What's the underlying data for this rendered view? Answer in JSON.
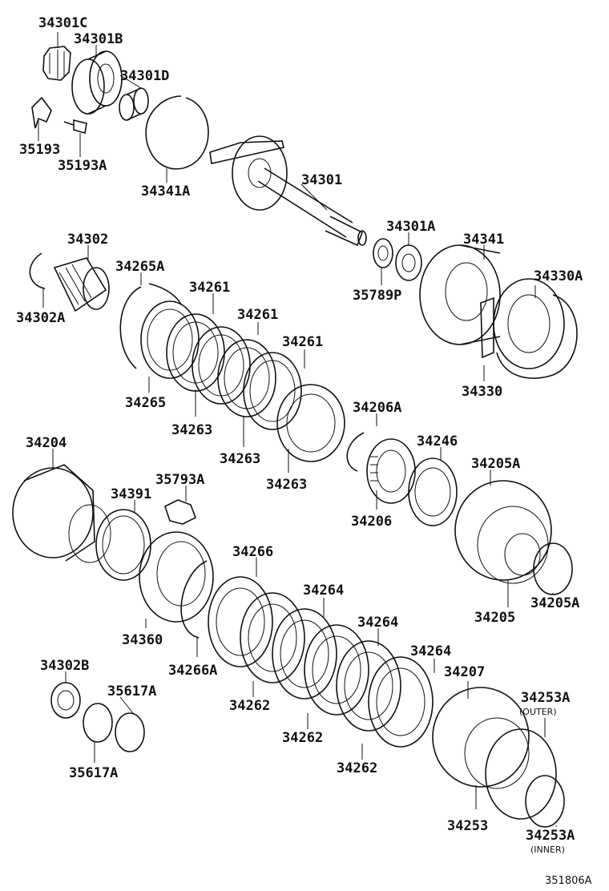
{
  "diagram": {
    "labels": {
      "l34301C": "34301C",
      "l34301B": "34301B",
      "l34301D": "34301D",
      "l35193": "35193",
      "l35193A": "35193A",
      "l34341A": "34341A",
      "l34301": "34301",
      "l34301A": "34301A",
      "l35789P": "35789P",
      "l34341": "34341",
      "l34330A": "34330A",
      "l34330": "34330",
      "l34302": "34302",
      "l34302A": "34302A",
      "l34265A": "34265A",
      "l34265": "34265",
      "l34261a": "34261",
      "l34261b": "34261",
      "l34261c": "34261",
      "l34263a": "34263",
      "l34263b": "34263",
      "l34263c": "34263",
      "l34206A": "34206A",
      "l34206": "34206",
      "l34246": "34246",
      "l34205A1": "34205A",
      "l34205": "34205",
      "l34205A2": "34205A",
      "l34204": "34204",
      "l35793A": "35793A",
      "l34391": "34391",
      "l34360": "34360",
      "l34266": "34266",
      "l34266A": "34266A",
      "l34264a": "34264",
      "l34264b": "34264",
      "l34264c": "34264",
      "l34262a": "34262",
      "l34262b": "34262",
      "l34262c": "34262",
      "l34207": "34207",
      "l34253A1": "34253A",
      "outer": "(OUTER)",
      "l34253": "34253",
      "l34253A2": "34253A",
      "inner": "(INNER)",
      "l34302B": "34302B",
      "l35617A1": "35617A",
      "l35617A2": "35617A"
    },
    "reference": "351806A"
  }
}
